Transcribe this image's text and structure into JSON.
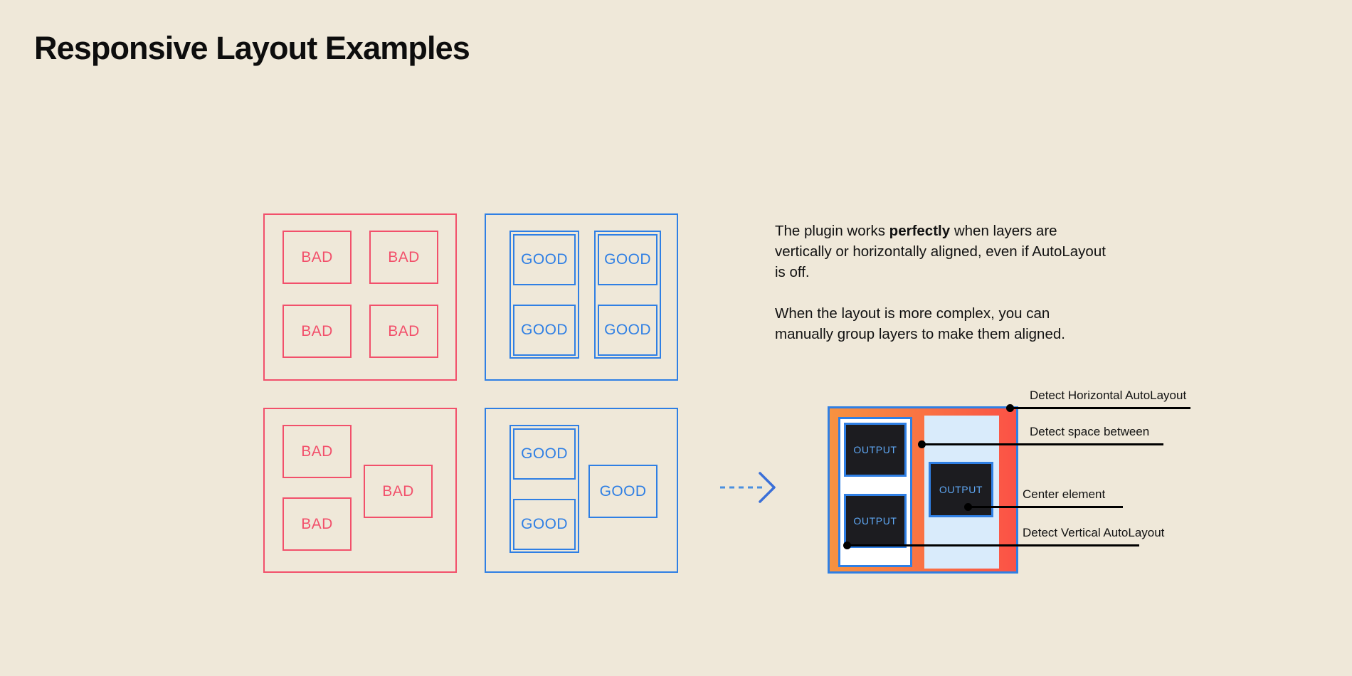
{
  "page": {
    "title": "Responsive Layout Examples",
    "background_color": "#efe8d9"
  },
  "colors": {
    "bad": "#f2506b",
    "good": "#2f7fe4",
    "orange": "#f89240",
    "red": "#fb5246",
    "panel_dark": "#1c1c20",
    "panel_text": "#5fa8f5",
    "group_light": "#d9ebfb",
    "text": "#111111"
  },
  "examples": {
    "bad_grid": {
      "kind": "bad",
      "cells": [
        {
          "label": "BAD"
        },
        {
          "label": "BAD"
        },
        {
          "label": "BAD"
        },
        {
          "label": "BAD"
        }
      ]
    },
    "good_grid": {
      "kind": "good",
      "groups": [
        {
          "cells": [
            {
              "label": "GOOD"
            },
            {
              "label": "GOOD"
            }
          ]
        },
        {
          "cells": [
            {
              "label": "GOOD"
            },
            {
              "label": "GOOD"
            }
          ]
        }
      ]
    },
    "bad_free": {
      "kind": "bad",
      "cells": [
        {
          "label": "BAD"
        },
        {
          "label": "BAD"
        },
        {
          "label": "BAD"
        }
      ]
    },
    "good_free": {
      "kind": "good",
      "group": {
        "cells": [
          {
            "label": "GOOD"
          },
          {
            "label": "GOOD"
          }
        ]
      },
      "standalone": {
        "label": "GOOD"
      }
    }
  },
  "arrow": {
    "icon": "dashed-arrow-right-icon",
    "style": "dashed",
    "color": "#2f7fe4"
  },
  "description": {
    "paragraph_1": {
      "before": "The plugin works ",
      "bold": "perfectly",
      "after": " when layers are vertically or horizontally aligned, even if AutoLayout is off."
    },
    "paragraph_2": "When the layout is more complex, you can manually group layers to make them aligned."
  },
  "result_diagram": {
    "panels": [
      {
        "label": "OUTPUT"
      },
      {
        "label": "OUTPUT"
      },
      {
        "label": "OUTPUT"
      }
    ],
    "callouts": [
      {
        "label": "Detect Horizontal AutoLayout"
      },
      {
        "label": "Detect space between"
      },
      {
        "label": "Center element"
      },
      {
        "label": "Detect Vertical AutoLayout"
      }
    ]
  }
}
